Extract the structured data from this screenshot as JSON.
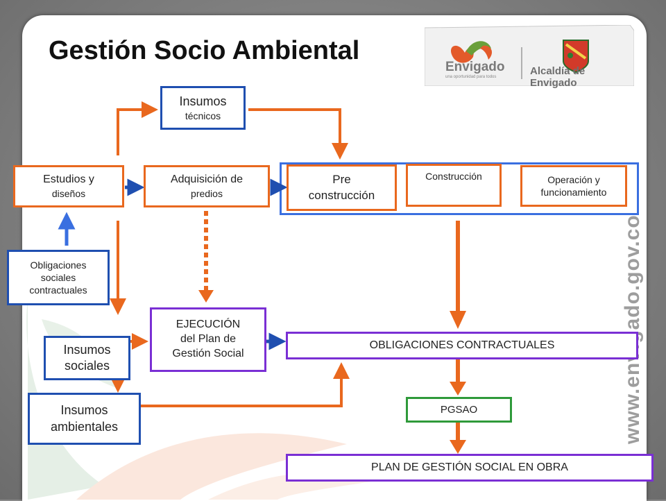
{
  "title": "Gestión Socio Ambiental",
  "logos": {
    "envigado_name": "Envigado",
    "envigado_tagline": "una oportunidad para todos",
    "alcaldia": "Alcaldía de Envigado"
  },
  "website": "www.envigado.gov.co",
  "nodes": {
    "insumos_tecnicos": {
      "line1": "Insumos",
      "line2": "técnicos"
    },
    "estudios": {
      "line1": "Estudios y",
      "line2": "diseños"
    },
    "adquisicion": {
      "line1": "Adquisición de",
      "line2": "predios"
    },
    "preconstruccion": {
      "line1": "Pre",
      "line2": "construcción"
    },
    "construccion": {
      "line1": "Construcción"
    },
    "operacion": {
      "line1": "Operación y",
      "line2": "funcionamiento"
    },
    "obligaciones_sociales": {
      "line1": "Obligaciones",
      "line2": "sociales",
      "line3": "contractuales"
    },
    "ejecucion": {
      "line1": "EJECUCIÓN",
      "line2": "del Plan de",
      "line3": "Gestión Social"
    },
    "insumos_sociales": {
      "line1": "Insumos",
      "line2": "sociales"
    },
    "insumos_ambientales": {
      "line1": "Insumos",
      "line2": "ambientales"
    },
    "obligaciones_contractuales": {
      "line1": "OBLIGACIONES CONTRACTUALES"
    },
    "pgsao": {
      "line1": "PGSAO"
    },
    "plan_gestion": {
      "line1": "PLAN DE GESTIÓN SOCIAL EN OBRA"
    }
  },
  "colors": {
    "orange": "#e9681e",
    "blue": "#1f4fb0",
    "purple": "#7a2fd4",
    "green": "#2f9a3a",
    "light_blue": "#3a6fe0"
  }
}
